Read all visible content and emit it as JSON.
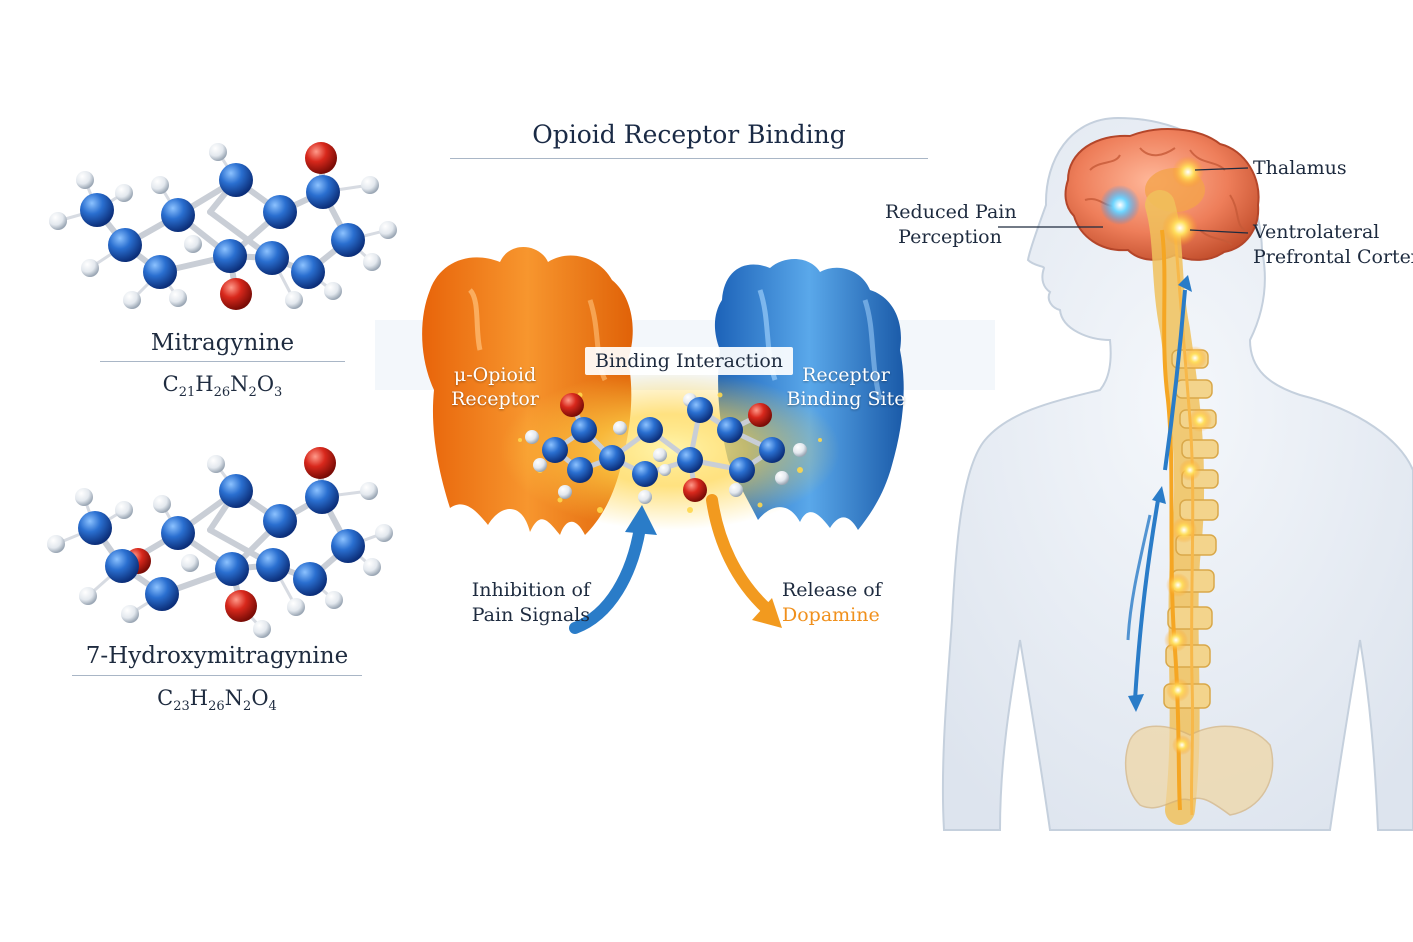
{
  "title": "Opioid Receptor Binding",
  "molecules": [
    {
      "name": "Mitragynine",
      "formula": {
        "C": "21",
        "H": "26",
        "N": "2",
        "O": "3"
      }
    },
    {
      "name": "7-Hydroxymitragynine",
      "formula": {
        "C": "23",
        "H": "26",
        "N": "2",
        "O": "4"
      }
    }
  ],
  "receptor": {
    "left_label_line1": "μ-Opioid",
    "left_label_line2": "Receptor",
    "right_label_line1": "Receptor",
    "right_label_line2": "Binding Site",
    "binding_label": "Binding Interaction"
  },
  "effects": {
    "inhibition_line1": "Inhibition of",
    "inhibition_line2": "Pain Signals",
    "release_line1": "Release of",
    "release_line2": "Dopamine"
  },
  "brain": {
    "reduced_line1": "Reduced Pain",
    "reduced_line2": "Perception",
    "thalamus": "Thalamus",
    "vlpfc_line1": "Ventrolateral",
    "vlpfc_line2": "Prefrontal Cortex"
  },
  "colors": {
    "carbon": "#1f64c8",
    "oxygen": "#d8281c",
    "hydrogen": "#e9eef3",
    "receptor_orange": "#f07a18",
    "receptor_blue": "#2f86d6",
    "arrow_blue": "#2a7cc8",
    "arrow_orange": "#f29a1f",
    "spine": "#f0c15c"
  }
}
